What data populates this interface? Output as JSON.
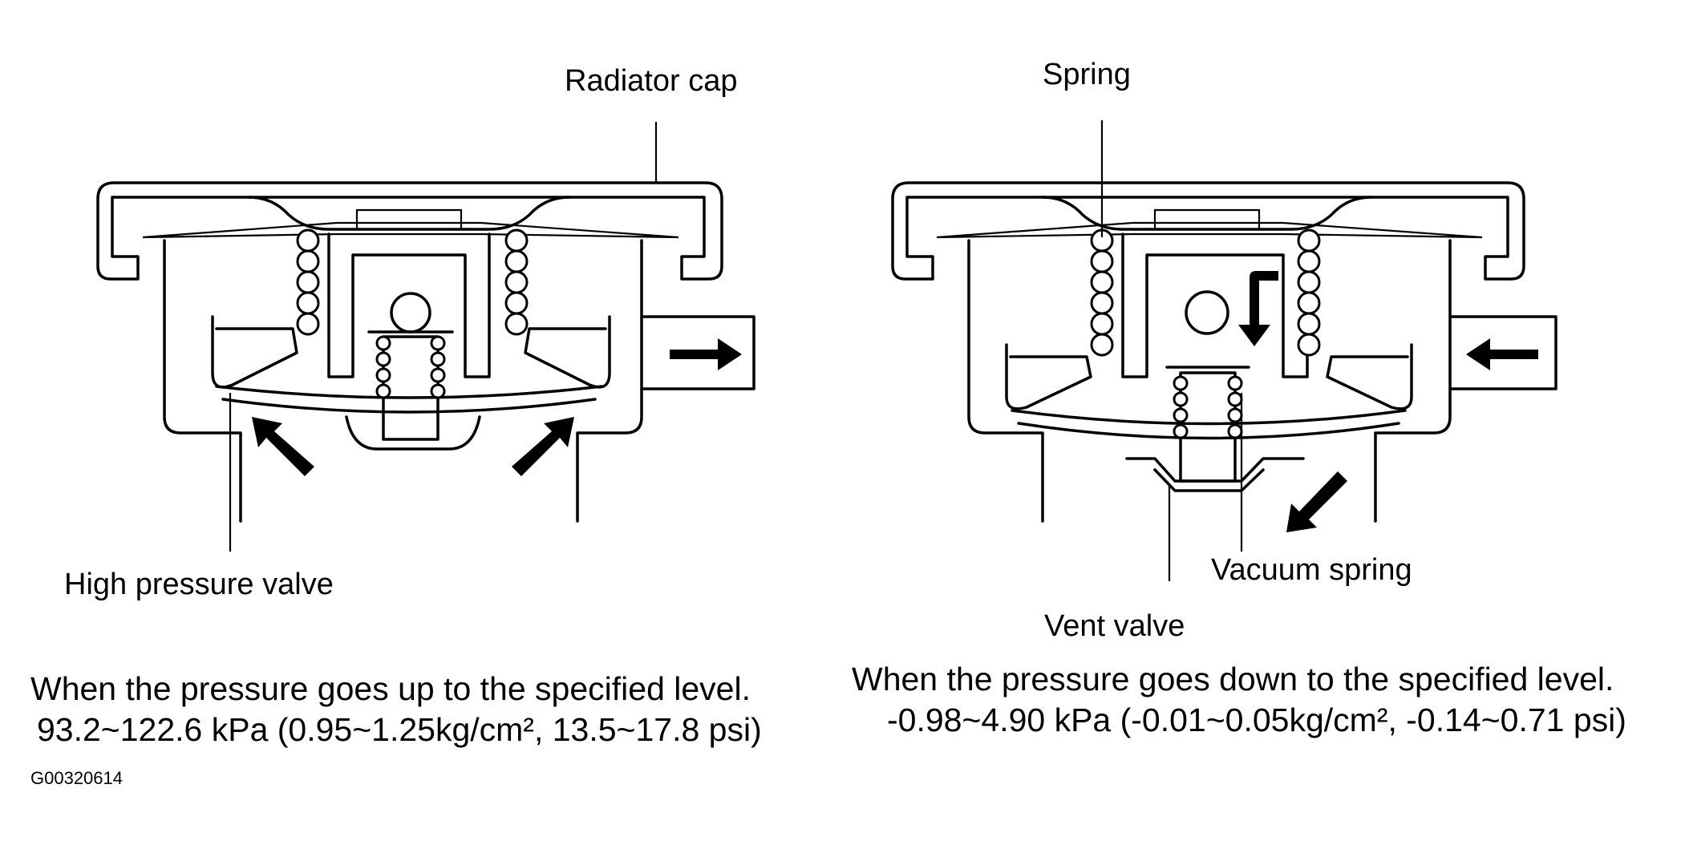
{
  "labels": {
    "radiator_cap": "Radiator cap",
    "high_pressure_valve": "High pressure valve",
    "spring": "Spring",
    "vacuum_spring": "Vacuum spring",
    "vent_valve": "Vent valve"
  },
  "captions": {
    "left_line1": "When the pressure goes up to the specified level.",
    "left_line2": "93.2~122.6 kPa (0.95~1.25kg/cm², 13.5~17.8 psi)",
    "right_line1": "When the pressure goes down to the specified level.",
    "right_line2": "-0.98~4.90 kPa (-0.01~0.05kg/cm², -0.14~0.71 psi)"
  },
  "figure_code": "G00320614"
}
